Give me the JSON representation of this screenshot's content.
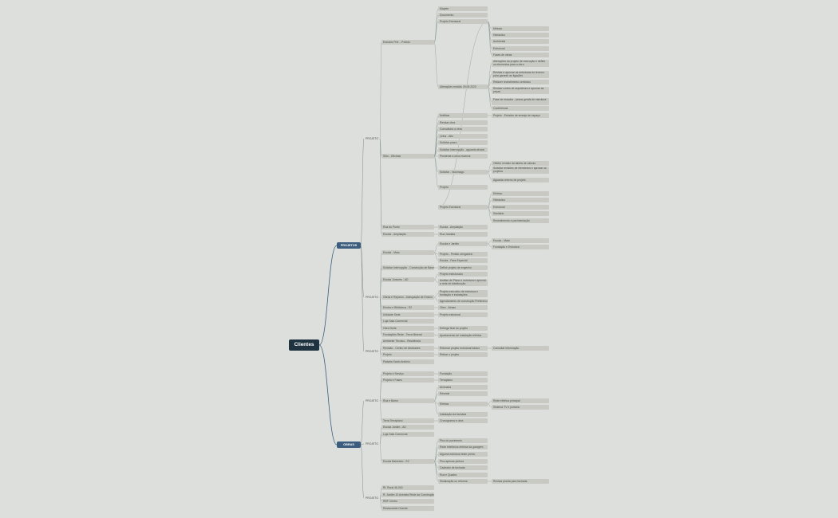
{
  "root": "Clientes",
  "branches": {
    "projetos": "PROJETOS",
    "obras": "OBRAS"
  },
  "nodes": [
    {
      "id": "n1",
      "t": "Mapeie"
    },
    {
      "id": "n2",
      "t": "Documento"
    },
    {
      "id": "n3",
      "t": "Projeto Estrutural"
    },
    {
      "id": "n4",
      "t": "Estudos Prel. - Pedido"
    },
    {
      "id": "n5",
      "t": "Método"
    },
    {
      "id": "n6",
      "t": "Hidráulico"
    },
    {
      "id": "n7",
      "t": "Ambiental"
    },
    {
      "id": "n8",
      "t": "Estrutural"
    },
    {
      "id": "n9",
      "t": "Fases de obras"
    },
    {
      "id": "n10",
      "t": "Alterações do projeto de execução e definir os elementos para a obra"
    },
    {
      "id": "n11",
      "t": "Alterações revisão 25.05.2020"
    },
    {
      "id": "n12",
      "t": "Revisar e aprovar as estruturas do terreno para garantir as ligações"
    },
    {
      "id": "n13",
      "t": "Refazer revestimento cerâmico"
    },
    {
      "id": "n14",
      "t": "Revisar cortes de arquitetura e aprovar as peças"
    },
    {
      "id": "n15",
      "t": "Fase de estudos - pesos gerais de estrutura"
    },
    {
      "id": "n16",
      "t": "Conferência"
    },
    {
      "id": "n17",
      "t": "Notificar"
    },
    {
      "id": "n18",
      "t": "Projeto - Estudos de arranjo de espaço"
    },
    {
      "id": "n19",
      "t": "Revisar obra"
    },
    {
      "id": "n20",
      "t": "Consultoria a obra"
    },
    {
      "id": "n21",
      "t": "Linha - Alto"
    },
    {
      "id": "n22",
      "t": "Solicitar prazo"
    },
    {
      "id": "n23",
      "t": "Solicitar Interrupção - aguardo alvará"
    },
    {
      "id": "n24",
      "t": "Pendente a obra encerrar"
    },
    {
      "id": "n25",
      "t": "Sítio - Oficinas"
    },
    {
      "id": "n26",
      "t": "Obtém revisão da tabela de cálculo"
    },
    {
      "id": "n27",
      "t": "Solicitar revisões de elementos e aprovar os projetos"
    },
    {
      "id": "n28",
      "t": "Aguarda retorno de projeto"
    },
    {
      "id": "n29",
      "t": "Solicitar - Nocimago"
    },
    {
      "id": "n30",
      "t": "Projeto"
    },
    {
      "id": "n31",
      "t": "Projeto Estrutural"
    },
    {
      "id": "n32",
      "t": "Elétrico"
    },
    {
      "id": "n33",
      "t": "Hidráulico"
    },
    {
      "id": "n34",
      "t": "Estrutural"
    },
    {
      "id": "n35",
      "t": "Sanitário"
    },
    {
      "id": "n36",
      "t": "Revestimento e pavimentação"
    },
    {
      "id": "n37",
      "t": "Rua do Ponto"
    },
    {
      "id": "n38",
      "t": "Escola - Ampliação"
    },
    {
      "id": "n39",
      "t": "Escola - Ampliação"
    },
    {
      "id": "n40",
      "t": "Rua Jandaia"
    },
    {
      "id": "n41",
      "t": "Escola e Jardim"
    },
    {
      "id": "n42",
      "t": "Escola - Mato"
    },
    {
      "id": "n43",
      "t": "Fundação e Estrutura"
    },
    {
      "id": "n44",
      "t": "Escola - Mato"
    },
    {
      "id": "n45",
      "t": "Projeto - Pedido obrigatório"
    },
    {
      "id": "n46",
      "t": "Escola - Fase Especial"
    },
    {
      "id": "n47",
      "t": "Solicitar Interrupção - Construção de Base Prática"
    },
    {
      "id": "n48",
      "t": "Definir projeto de engenho"
    },
    {
      "id": "n49",
      "t": "Escola Juniores - AD"
    },
    {
      "id": "n50",
      "t": "Projeto estruturado"
    },
    {
      "id": "n51",
      "t": "Análise de Plano e estrutura e aprovar a rede de distribuição"
    },
    {
      "id": "n52",
      "t": "Obras e Reparos - Adequação de Ensino"
    },
    {
      "id": "n53",
      "t": "Projeto executivo de estrutura e fundação e instalações"
    },
    {
      "id": "n54",
      "t": "Agendamento de construção Preferencial"
    },
    {
      "id": "n55",
      "t": "Ensino e Biblioteca - E2"
    },
    {
      "id": "n56",
      "t": "Obra - Atraso"
    },
    {
      "id": "n57",
      "t": "Unidade Sede"
    },
    {
      "id": "n58",
      "t": "Projeto estrutural"
    },
    {
      "id": "n59",
      "t": "Loja Sala Comercial"
    },
    {
      "id": "n60",
      "t": "Obra Norte"
    },
    {
      "id": "n61",
      "t": "Entrega final do projeto"
    },
    {
      "id": "n62",
      "t": "Fundações Rede - Terra Mineral"
    },
    {
      "id": "n63",
      "t": "Apartamento de instalação elétrica"
    },
    {
      "id": "n64",
      "t": "Ambiente Técnico - Residência"
    },
    {
      "id": "n65",
      "t": "Revisão - Centro de Atividades"
    },
    {
      "id": "n66",
      "t": "Retomar projeto estrutural básico"
    },
    {
      "id": "n67",
      "t": "Consultar informação"
    },
    {
      "id": "n68",
      "t": "Projeto"
    },
    {
      "id": "n69",
      "t": "Retirar o projeto"
    },
    {
      "id": "n70",
      "t": "Padaria Santo Antônio"
    },
    {
      "id": "n71",
      "t": "Projeto e Serviço"
    },
    {
      "id": "n72",
      "t": "Fundação"
    },
    {
      "id": "n73",
      "t": "Projeto e Fases"
    },
    {
      "id": "n74",
      "t": "Terraplano"
    },
    {
      "id": "n75",
      "t": "Alvenaria"
    },
    {
      "id": "n76",
      "t": "Revestir"
    },
    {
      "id": "n77",
      "t": "Rua e Bairro"
    },
    {
      "id": "n78",
      "t": "Elétrica"
    },
    {
      "id": "n79",
      "t": "Rede elétrica principal"
    },
    {
      "id": "n80",
      "t": "Sistema TV e portaria"
    },
    {
      "id": "n81",
      "t": "Instalação da fachada"
    },
    {
      "id": "n82",
      "t": "Terra Terraplano"
    },
    {
      "id": "n83",
      "t": "Cronograma e obra"
    },
    {
      "id": "n84",
      "t": "Escola Jardim - AD"
    },
    {
      "id": "n85",
      "t": "Loja Sala Comercial"
    },
    {
      "id": "n86",
      "t": "Piso do pavimento"
    },
    {
      "id": "n87",
      "t": "Rede telefônica elétrica da garagem"
    },
    {
      "id": "n88",
      "t": "Alguma estrutura teste prévio"
    },
    {
      "id": "n89",
      "t": "Escola Balneário - E2"
    },
    {
      "id": "n90",
      "t": "Piso apenas pintura"
    },
    {
      "id": "n91",
      "t": "Cadeado de fachada"
    },
    {
      "id": "n92",
      "t": "Rua e Quadra"
    },
    {
      "id": "n93",
      "t": "Sinalização ou reforma"
    },
    {
      "id": "n94",
      "t": "Revisar planta para fachada"
    },
    {
      "id": "n95",
      "t": "Rl. Rural 46.040"
    },
    {
      "id": "n96",
      "t": "R. Jardim 10 Avenida Rede da Construção"
    },
    {
      "id": "n97",
      "t": "RBF Centro"
    },
    {
      "id": "n98",
      "t": "Restaurante Grande"
    }
  ],
  "labels": {
    "l1": "PROJETO",
    "l2": "PROJETO",
    "l3": "PROJETO",
    "l4": "PROJETO",
    "l5": "PROJETO",
    "l6": "PROJETO"
  }
}
